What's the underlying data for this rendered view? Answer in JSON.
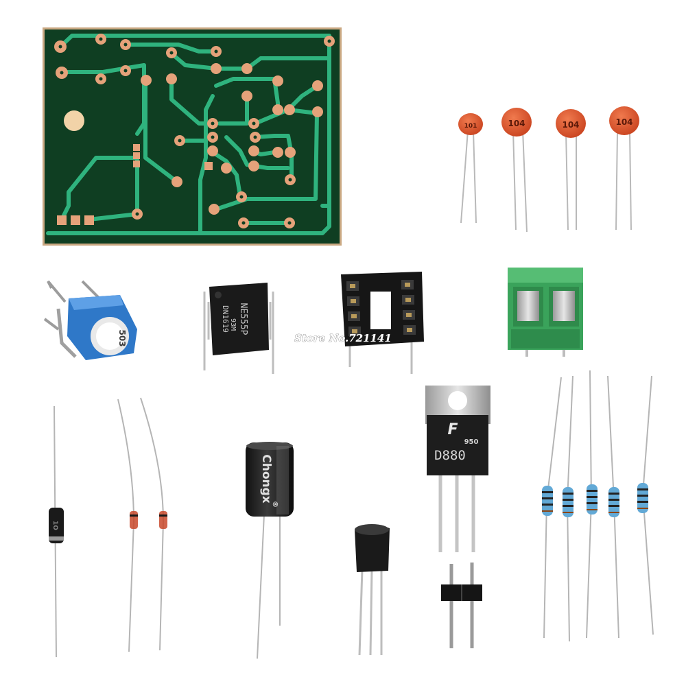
{
  "watermark": "Store No.721141",
  "ic": {
    "line1": "NE555P",
    "line2": "93M",
    "line3": "DN1619"
  },
  "ceramic_caps": [
    {
      "label": "101"
    },
    {
      "label": "104"
    },
    {
      "label": "104"
    },
    {
      "label": "104"
    }
  ],
  "potentiometer": {
    "label": "503"
  },
  "electrolytic": {
    "brand": "Chongx",
    "reg": "®"
  },
  "transistor": {
    "logo": "F",
    "code": "950",
    "part": "D880"
  },
  "diode": {
    "label": "1O"
  },
  "colors": {
    "pcb": "#0f3e22",
    "trace": "#2fb37e",
    "pad": "#e5a27a",
    "ceramic": "#e2572e",
    "terminal": "#3aa35b",
    "pot": "#2f78c8",
    "resistor": "#62a9d6"
  }
}
